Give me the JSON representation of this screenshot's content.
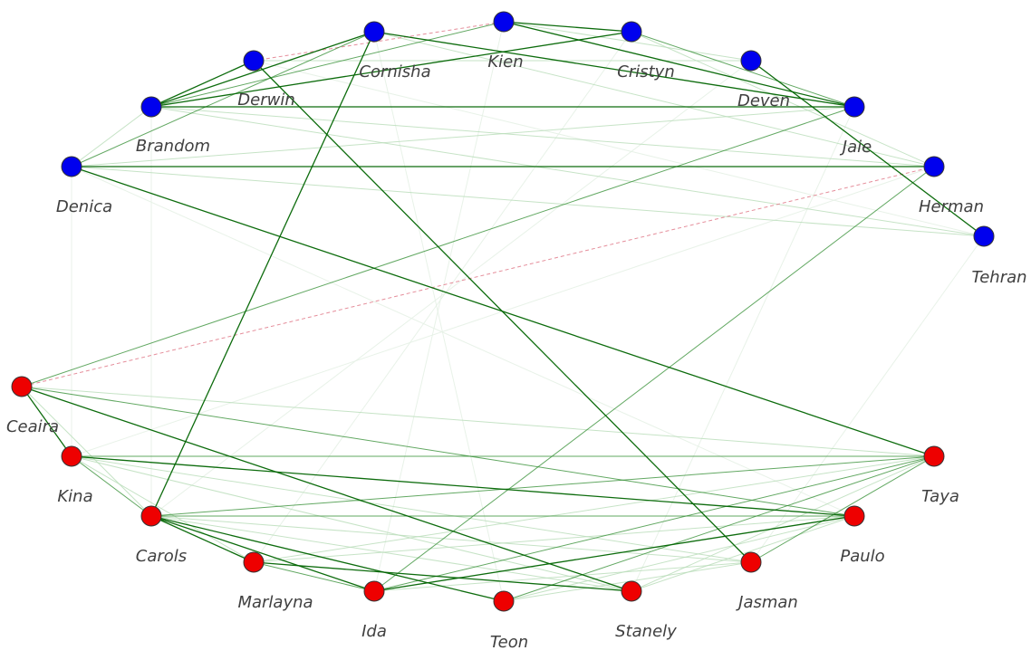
{
  "colors": {
    "group_blue": "#0000ee",
    "group_red": "#ee0000",
    "edge_strong": "#006400",
    "edge_medium": "#2e8b2e",
    "edge_faint": "#b8dcb8",
    "edge_faintest": "#e6f1e6",
    "edge_negative": "#e07a8a",
    "node_stroke": "#333333"
  },
  "nodes": [
    {
      "id": "Kien",
      "label": "Kien",
      "group": "blue"
    },
    {
      "id": "Cornisha",
      "label": "Cornisha",
      "group": "blue"
    },
    {
      "id": "Cristyn",
      "label": "Cristyn",
      "group": "blue"
    },
    {
      "id": "Derwin",
      "label": "Derwin",
      "group": "blue"
    },
    {
      "id": "Deven",
      "label": "Deven",
      "group": "blue"
    },
    {
      "id": "Brandom",
      "label": "Brandom",
      "group": "blue"
    },
    {
      "id": "Jaie",
      "label": "Jaie",
      "group": "blue"
    },
    {
      "id": "Denica",
      "label": "Denica",
      "group": "blue"
    },
    {
      "id": "Herman",
      "label": "Herman",
      "group": "blue"
    },
    {
      "id": "Tehran",
      "label": "Tehran",
      "group": "blue"
    },
    {
      "id": "Ceaira",
      "label": "Ceaira",
      "group": "red"
    },
    {
      "id": "Kina",
      "label": "Kina",
      "group": "red"
    },
    {
      "id": "Carols",
      "label": "Carols",
      "group": "red"
    },
    {
      "id": "Marlayna",
      "label": "Marlayna",
      "group": "red"
    },
    {
      "id": "Ida",
      "label": "Ida",
      "group": "red"
    },
    {
      "id": "Teon",
      "label": "Teon",
      "group": "red"
    },
    {
      "id": "Stanely",
      "label": "Stanely",
      "group": "red"
    },
    {
      "id": "Jasman",
      "label": "Jasman",
      "group": "red"
    },
    {
      "id": "Paulo",
      "label": "Paulo",
      "group": "red"
    },
    {
      "id": "Taya",
      "label": "Taya",
      "group": "red"
    }
  ],
  "edges": [
    {
      "source": "Kien",
      "target": "Cristyn",
      "strength": "strong"
    },
    {
      "source": "Kien",
      "target": "Jaie",
      "strength": "strong"
    },
    {
      "source": "Kien",
      "target": "Brandom",
      "strength": "medium"
    },
    {
      "source": "Cornisha",
      "target": "Brandom",
      "strength": "strong"
    },
    {
      "source": "Cornisha",
      "target": "Jaie",
      "strength": "strong"
    },
    {
      "source": "Cornisha",
      "target": "Carols",
      "strength": "strong"
    },
    {
      "source": "Cristyn",
      "target": "Brandom",
      "strength": "strong"
    },
    {
      "source": "Cristyn",
      "target": "Jaie",
      "strength": "medium"
    },
    {
      "source": "Derwin",
      "target": "Brandom",
      "strength": "strong"
    },
    {
      "source": "Derwin",
      "target": "Jasman",
      "strength": "strong"
    },
    {
      "source": "Derwin",
      "target": "Kien",
      "strength": "negative"
    },
    {
      "source": "Brandom",
      "target": "Jaie",
      "strength": "strong"
    },
    {
      "source": "Denica",
      "target": "Cornisha",
      "strength": "medium"
    },
    {
      "source": "Denica",
      "target": "Herman",
      "strength": "strong"
    },
    {
      "source": "Denica",
      "target": "Taya",
      "strength": "strong"
    },
    {
      "source": "Deven",
      "target": "Tehran",
      "strength": "strong"
    },
    {
      "source": "Herman",
      "target": "Ida",
      "strength": "medium"
    },
    {
      "source": "Herman",
      "target": "Ceaira",
      "strength": "negative"
    },
    {
      "source": "Jaie",
      "target": "Ceaira",
      "strength": "medium"
    },
    {
      "source": "Ceaira",
      "target": "Kina",
      "strength": "strong"
    },
    {
      "source": "Ceaira",
      "target": "Stanely",
      "strength": "strong"
    },
    {
      "source": "Ceaira",
      "target": "Paulo",
      "strength": "medium"
    },
    {
      "source": "Kina",
      "target": "Carols",
      "strength": "medium"
    },
    {
      "source": "Kina",
      "target": "Paulo",
      "strength": "strong"
    },
    {
      "source": "Kina",
      "target": "Taya",
      "strength": "medium"
    },
    {
      "source": "Carols",
      "target": "Ida",
      "strength": "strong"
    },
    {
      "source": "Carols",
      "target": "Teon",
      "strength": "strong"
    },
    {
      "source": "Carols",
      "target": "Marlayna",
      "strength": "strong"
    },
    {
      "source": "Carols",
      "target": "Paulo",
      "strength": "medium"
    },
    {
      "source": "Carols",
      "target": "Taya",
      "strength": "medium"
    },
    {
      "source": "Marlayna",
      "target": "Stanely",
      "strength": "strong"
    },
    {
      "source": "Marlayna",
      "target": "Ida",
      "strength": "medium"
    },
    {
      "source": "Ida",
      "target": "Paulo",
      "strength": "strong"
    },
    {
      "source": "Ida",
      "target": "Taya",
      "strength": "medium"
    },
    {
      "source": "Teon",
      "target": "Taya",
      "strength": "medium"
    },
    {
      "source": "Jasman",
      "target": "Taya",
      "strength": "medium"
    },
    {
      "source": "Jasman",
      "target": "Kina",
      "strength": "faint"
    },
    {
      "source": "Stanely",
      "target": "Taya",
      "strength": "faint"
    },
    {
      "source": "Paulo",
      "target": "Marlayna",
      "strength": "faint"
    },
    {
      "source": "Teon",
      "target": "Jasman",
      "strength": "faint"
    },
    {
      "source": "Denica",
      "target": "Brandom",
      "strength": "faint"
    },
    {
      "source": "Denica",
      "target": "Tehran",
      "strength": "faint"
    },
    {
      "source": "Brandom",
      "target": "Tehran",
      "strength": "faint"
    },
    {
      "source": "Derwin",
      "target": "Deven",
      "strength": "faint"
    },
    {
      "source": "Cornisha",
      "target": "Herman",
      "strength": "faint"
    },
    {
      "source": "Kien",
      "target": "Deven",
      "strength": "faint"
    },
    {
      "source": "Brandom",
      "target": "Herman",
      "strength": "faint"
    },
    {
      "source": "Denica",
      "target": "Jaie",
      "strength": "faint"
    },
    {
      "source": "Cristyn",
      "target": "Herman",
      "strength": "faint"
    },
    {
      "source": "Derwin",
      "target": "Tehran",
      "strength": "faintest"
    },
    {
      "source": "Denica",
      "target": "Kina",
      "strength": "faintest"
    },
    {
      "source": "Brandom",
      "target": "Carols",
      "strength": "faintest"
    },
    {
      "source": "Ceaira",
      "target": "Taya",
      "strength": "faint"
    },
    {
      "source": "Kina",
      "target": "Stanely",
      "strength": "faint"
    },
    {
      "source": "Kina",
      "target": "Marlayna",
      "strength": "faint"
    },
    {
      "source": "Marlayna",
      "target": "Taya",
      "strength": "faint"
    },
    {
      "source": "Teon",
      "target": "Paulo",
      "strength": "faint"
    },
    {
      "source": "Stanely",
      "target": "Paulo",
      "strength": "faint"
    },
    {
      "source": "Ida",
      "target": "Jasman",
      "strength": "faint"
    },
    {
      "source": "Carols",
      "target": "Stanely",
      "strength": "faint"
    },
    {
      "source": "Carols",
      "target": "Jasman",
      "strength": "faint"
    },
    {
      "source": "Ceaira",
      "target": "Carols",
      "strength": "faint"
    },
    {
      "source": "Tehran",
      "target": "Jasman",
      "strength": "faintest"
    },
    {
      "source": "Cornisha",
      "target": "Teon",
      "strength": "faintest"
    },
    {
      "source": "Kien",
      "target": "Ida",
      "strength": "faintest"
    },
    {
      "source": "Cristyn",
      "target": "Marlayna",
      "strength": "faintest"
    },
    {
      "source": "Herman",
      "target": "Kina",
      "strength": "faintest"
    },
    {
      "source": "Deven",
      "target": "Carols",
      "strength": "faintest"
    },
    {
      "source": "Denica",
      "target": "Paulo",
      "strength": "faintest"
    },
    {
      "source": "Jaie",
      "target": "Stanely",
      "strength": "faintest"
    }
  ]
}
